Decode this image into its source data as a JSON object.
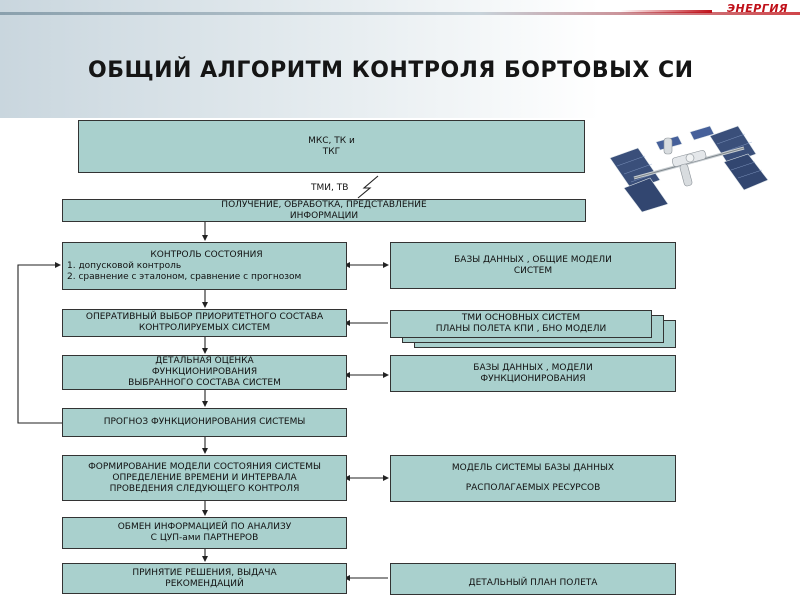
{
  "header": {
    "logo_text": "ЭНЕРГИЯ",
    "title": "ОБЩИЙ АЛГОРИТМ КОНТРОЛЯ БОРТОВЫХ СИ"
  },
  "flow": {
    "source": {
      "line1": "МКС, ТК и",
      "line2": "ТКГ"
    },
    "link_label": "ТМИ, ТВ",
    "receive": {
      "line1": "ПОЛУЧЕНИЕ, ОБРАБОТКА, ПРЕДСТАВЛЕНИЕ",
      "line2": "ИНФОРМАЦИИ"
    },
    "state_control": {
      "line1": "КОНТРОЛЬ СОСТОЯНИЯ",
      "line2": "1. допусковой контроль",
      "line3": "2. сравнение с эталоном, сравнение с прогнозом"
    },
    "priority": {
      "line1": "ОПЕРАТИВНЫЙ ВЫБОР ПРИОРИТЕТНОГО СОСТАВА",
      "line2": "КОНТРОЛИРУЕМЫХ СИСТЕМ"
    },
    "detailed": {
      "line1": "ДЕТАЛЬНАЯ ОЦЕНКА",
      "line2": "ФУНКЦИОНИРОВАНИЯ",
      "line3": "ВЫБРАННОГО СОСТАВА СИСТЕМ"
    },
    "forecast": {
      "line1": "ПРОГНОЗ ФУНКЦИОНИРОВАНИЯ СИСТЕМЫ"
    },
    "model": {
      "line1": "ФОРМИРОВАНИЕ МОДЕЛИ СОСТОЯНИЯ СИСТЕМЫ",
      "line2": "ОПРЕДЕЛЕНИЕ ВРЕМЕНИ И ИНТЕРВАЛА",
      "line3": "ПРОВЕДЕНИЯ СЛЕДУЮЩЕГО КОНТРОЛЯ"
    },
    "exchange": {
      "line1": "ОБМЕН ИНФОРМАЦИЕЙ ПО АНАЛИЗУ",
      "line2": "С ЦУП-ами ПАРТНЕРОВ"
    },
    "decision": {
      "line1": "ПРИНЯТИЕ  РЕШЕНИЯ, ВЫДАЧА",
      "line2": "РЕКОМЕНДАЦИЙ"
    }
  },
  "side": {
    "db_general": {
      "line1": "БАЗЫ  ДАННЫХ , ОБЩИЕ МОДЕЛИ",
      "line2": "СИСТЕМ"
    },
    "tmi": {
      "line1": "ТМИ ОСНОВНЫХ СИСТЕМ",
      "line2": "ПЛАНЫ ПОЛЕТА КПИ , БНО МОДЕЛИ"
    },
    "db_func": {
      "line1": "БАЗЫ  ДАННЫХ , МОДЕЛИ",
      "line2": "ФУНКЦИОНИРОВАНИЯ"
    },
    "resources": {
      "line1": "МОДЕЛЬ СИСТЕМЫ БАЗЫ  ДАННЫХ",
      "line2": "РАСПОЛАГАЕМЫХ РЕСУРСОВ"
    },
    "flight_plan": {
      "line1": "ДЕТАЛЬНЫЙ ПЛАН ПОЛЕТА"
    }
  }
}
